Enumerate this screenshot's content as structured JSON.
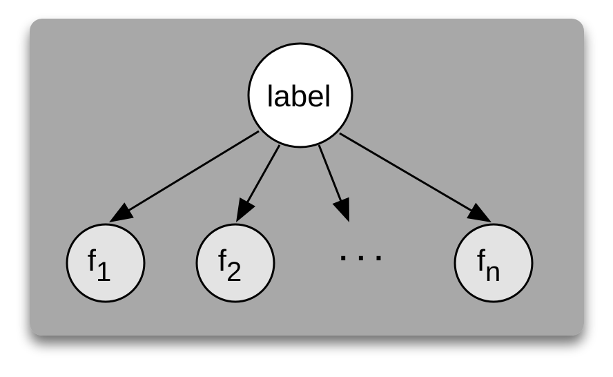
{
  "diagram": {
    "colors": {
      "panel": "#a8a8a8",
      "root_fill": "#ffffff",
      "leaf_fill": "#e3e3e3",
      "stroke": "#000000"
    },
    "root": {
      "label": "label"
    },
    "leaves": [
      {
        "base": "f",
        "sub": "1"
      },
      {
        "base": "f",
        "sub": "2"
      },
      {
        "base": "f",
        "sub": "n"
      }
    ],
    "ellipsis": "· · ·"
  }
}
